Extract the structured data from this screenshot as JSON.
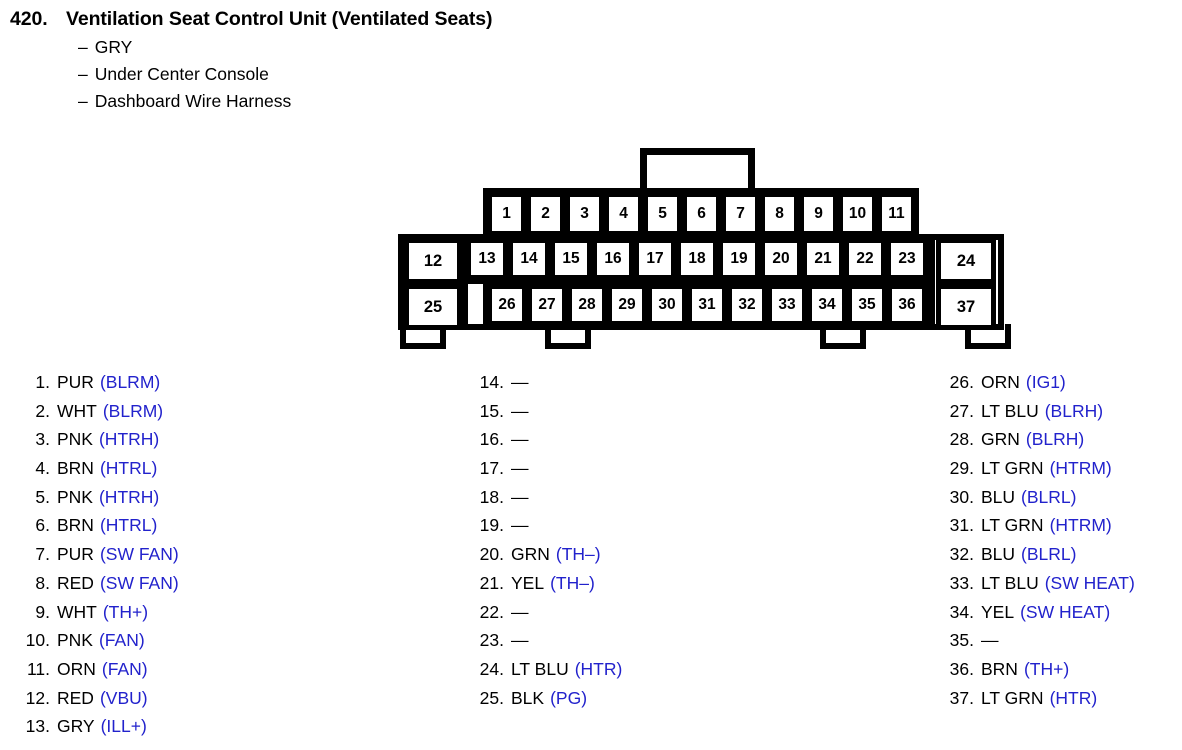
{
  "header": {
    "number": "420.",
    "title": "Ventilation Seat Control Unit (Ventilated Seats)",
    "attributes": [
      {
        "dash": "–",
        "text": "GRY"
      },
      {
        "dash": "–",
        "text": "Under Center Console"
      },
      {
        "dash": "–",
        "text": "Dashboard Wire Harness"
      }
    ]
  },
  "connector": {
    "row_top": [
      "1",
      "2",
      "3",
      "4",
      "5",
      "6",
      "7",
      "8",
      "9",
      "10",
      "11"
    ],
    "left_cells": [
      "12",
      "25"
    ],
    "row_middle": [
      "13",
      "14",
      "15",
      "16",
      "17",
      "18",
      "19",
      "20",
      "21",
      "22",
      "23"
    ],
    "row_bottom": [
      "26",
      "27",
      "28",
      "29",
      "30",
      "31",
      "32",
      "33",
      "34",
      "35",
      "36"
    ],
    "right_cells": [
      "24",
      "37"
    ]
  },
  "colors": {
    "signal_blue": "#2222cc",
    "text_black": "#000000",
    "background": "#ffffff"
  },
  "pin_list": {
    "column_1": [
      {
        "num": "1.",
        "wire": "PUR",
        "sig": "(BLRM)"
      },
      {
        "num": "2.",
        "wire": "WHT",
        "sig": "(BLRM)"
      },
      {
        "num": "3.",
        "wire": "PNK",
        "sig": "(HTRH)"
      },
      {
        "num": "4.",
        "wire": "BRN",
        "sig": "(HTRL)"
      },
      {
        "num": "5.",
        "wire": "PNK",
        "sig": "(HTRH)"
      },
      {
        "num": "6.",
        "wire": "BRN",
        "sig": "(HTRL)"
      },
      {
        "num": "7.",
        "wire": "PUR",
        "sig": "(SW FAN)"
      },
      {
        "num": "8.",
        "wire": "RED",
        "sig": "(SW FAN)"
      },
      {
        "num": "9.",
        "wire": "WHT",
        "sig": "(TH+)"
      },
      {
        "num": "10.",
        "wire": "PNK",
        "sig": "(FAN)"
      },
      {
        "num": "11.",
        "wire": "ORN",
        "sig": "(FAN)"
      },
      {
        "num": "12.",
        "wire": "RED",
        "sig": "(VBU)"
      },
      {
        "num": "13.",
        "wire": "GRY",
        "sig": "(ILL+)"
      }
    ],
    "column_2": [
      {
        "num": "14.",
        "wire": "—",
        "sig": ""
      },
      {
        "num": "15.",
        "wire": "—",
        "sig": ""
      },
      {
        "num": "16.",
        "wire": "—",
        "sig": ""
      },
      {
        "num": "17.",
        "wire": "—",
        "sig": ""
      },
      {
        "num": "18.",
        "wire": "—",
        "sig": ""
      },
      {
        "num": "19.",
        "wire": "—",
        "sig": ""
      },
      {
        "num": "20.",
        "wire": "GRN",
        "sig": "(TH–)"
      },
      {
        "num": "21.",
        "wire": "YEL",
        "sig": "(TH–)"
      },
      {
        "num": "22.",
        "wire": "—",
        "sig": ""
      },
      {
        "num": "23.",
        "wire": "—",
        "sig": ""
      },
      {
        "num": "24.",
        "wire": "LT BLU",
        "sig": "(HTR)"
      },
      {
        "num": "25.",
        "wire": "BLK",
        "sig": "(PG)"
      }
    ],
    "column_3": [
      {
        "num": "26.",
        "wire": "ORN",
        "sig": "(IG1)"
      },
      {
        "num": "27.",
        "wire": "LT BLU",
        "sig": "(BLRH)"
      },
      {
        "num": "28.",
        "wire": "GRN",
        "sig": "(BLRH)"
      },
      {
        "num": "29.",
        "wire": "LT GRN",
        "sig": "(HTRM)"
      },
      {
        "num": "30.",
        "wire": "BLU",
        "sig": "(BLRL)"
      },
      {
        "num": "31.",
        "wire": "LT GRN",
        "sig": "(HTRM)"
      },
      {
        "num": "32.",
        "wire": "BLU",
        "sig": "(BLRL)"
      },
      {
        "num": "33.",
        "wire": "LT BLU",
        "sig": "(SW HEAT)"
      },
      {
        "num": "34.",
        "wire": "YEL",
        "sig": "(SW HEAT)"
      },
      {
        "num": "35.",
        "wire": "—",
        "sig": ""
      },
      {
        "num": "36.",
        "wire": "BRN",
        "sig": "(TH+)"
      },
      {
        "num": "37.",
        "wire": "LT GRN",
        "sig": "(HTR)"
      }
    ]
  }
}
